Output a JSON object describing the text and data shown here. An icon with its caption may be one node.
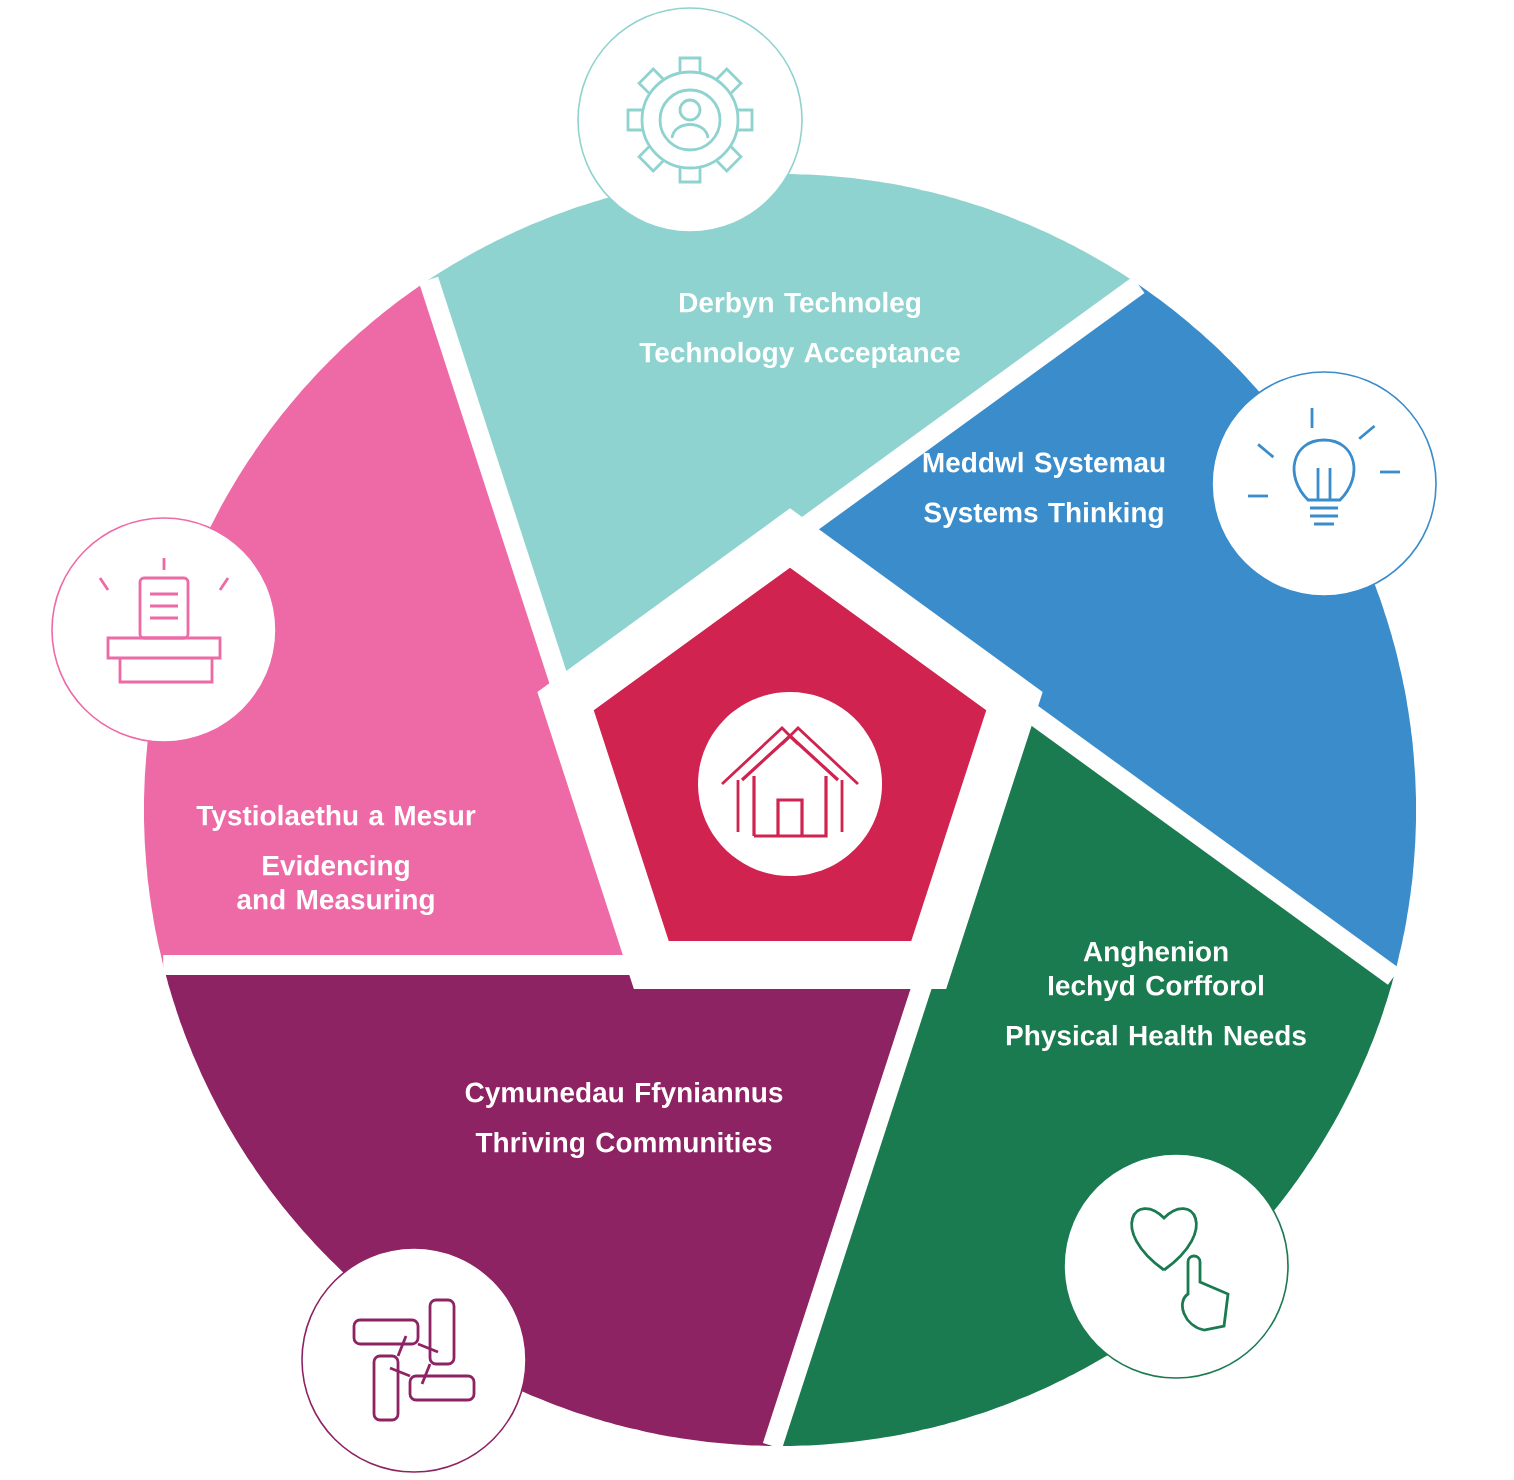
{
  "diagram": {
    "nodes": [
      {
        "text": [
          "Derbyn Technoleg",
          "Technology Acceptance"
        ]
      },
      {
        "text": [
          "Meddwl Systemau",
          "Systems Thinking"
        ]
      },
      {
        "text": [
          "Anghenion Iechyd Corfforol",
          "Physical Health Needs"
        ]
      },
      {
        "text": [
          "Cymunedau Ffyniannus",
          "Thriving Communities"
        ]
      },
      {
        "text": [
          "Tystiolaethu a Mesur",
          "Evidencing and Measuring"
        ]
      },
      {
        "text": [],
        "shape": "pentagon"
      }
    ]
  }
}
